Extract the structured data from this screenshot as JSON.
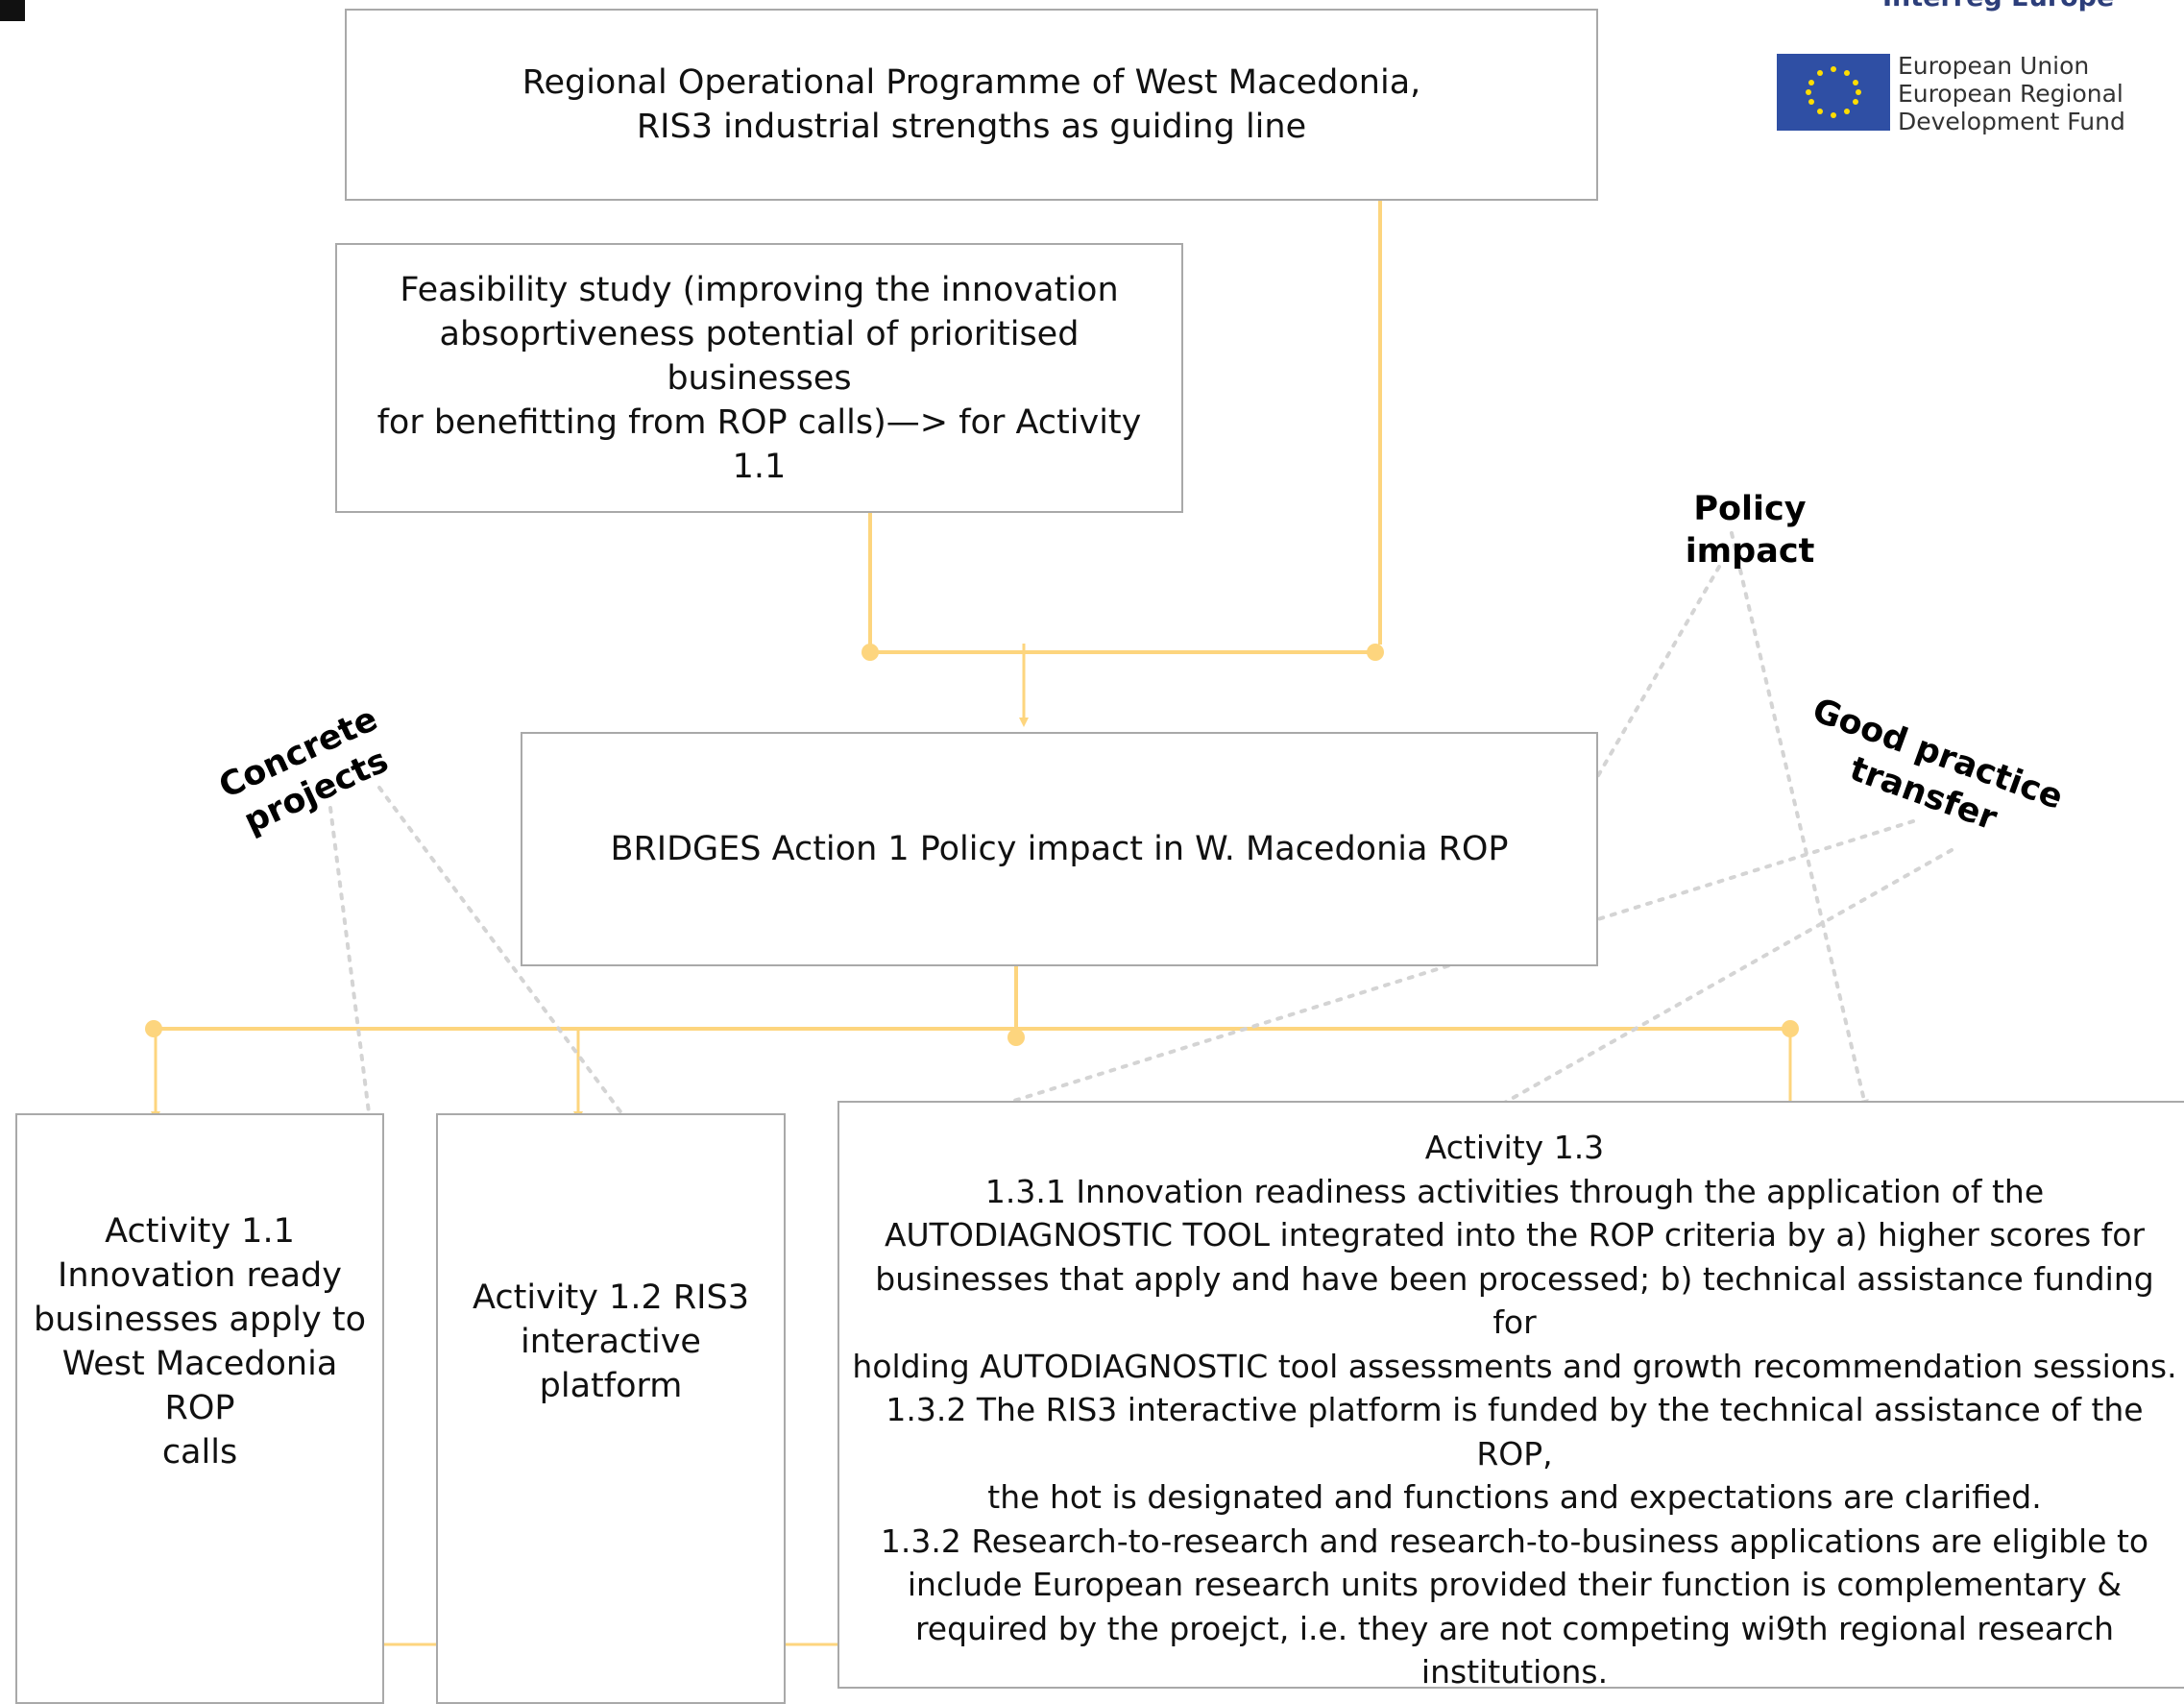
{
  "logo": {
    "interreg": "Interreg Europe",
    "eu_text": "European Union\nEuropean Regional\nDevelopment Fund"
  },
  "boxes": {
    "rop": "Regional Operational Programme of West Macedonia,\nRIS3 industrial strengths as guiding line",
    "feasibility": "Feasibility study (improving the innovation\nabsoprtiveness potential of prioritised businesses\nfor benefitting from ROP calls)—> for Activity 1.1",
    "bridges": "BRIDGES Action 1  Policy impact in W. Macedonia ROP",
    "activity_1_1": "Activity 1.1\nInnovation ready\nbusinesses apply to\nWest Macedonia ROP\ncalls",
    "activity_1_2": "Activity 1.2 RIS3\ninteractive platform",
    "activity_1_3": "Activity 1.3\n1.3.1  Innovation readiness activities  through the application of the\nAUTODIAGNOSTIC TOOL integrated into the ROP criteria by a) higher scores for\nbusinesses that apply and have been processed; b) technical assistance funding for\nholding AUTODIAGNOSTIC tool assessments and growth recommendation sessions.\n1.3.2 The RIS3 interactive platform is funded by the technical assistance of the ROP,\nthe hot is designated and functions and expectations are clarified.\n1.3.2  Research-to-research and research-to-business applications are eligible to\ninclude European research units provided their function is complementary &\nrequired by the proejct, i.e. they are not competing wi9th regional research\ninstitutions."
  },
  "labels": {
    "policy_impact": "Policy\nimpact",
    "concrete_projects": "Concrete\nprojects",
    "good_practice": "Good practice\ntransfer"
  },
  "colors": {
    "flow": "#fdd57e",
    "dotted": "#d4d4d4",
    "box_border": "#a9a9a9",
    "eu_blue": "#2f4fa4",
    "eu_star": "#ffdd00"
  }
}
